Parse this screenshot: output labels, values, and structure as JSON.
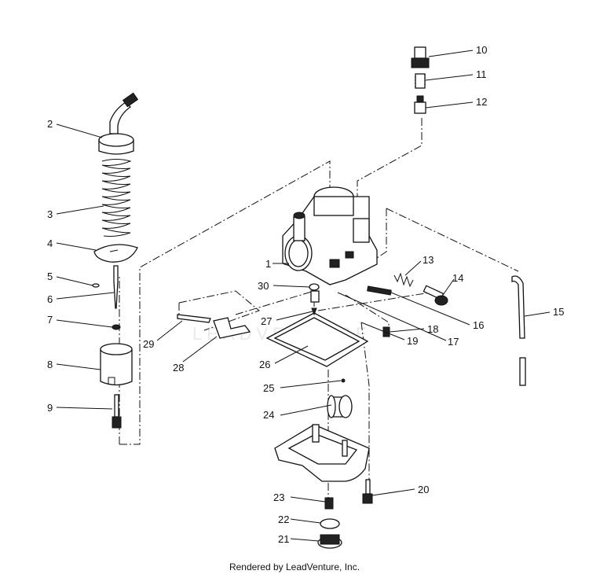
{
  "watermark": "LEADVENTURE",
  "footer": {
    "credit": "Rendered by LeadVenture, Inc."
  },
  "callouts": [
    {
      "id": "1",
      "label": "1"
    },
    {
      "id": "2",
      "label": "2"
    },
    {
      "id": "3",
      "label": "3"
    },
    {
      "id": "4",
      "label": "4"
    },
    {
      "id": "5",
      "label": "5"
    },
    {
      "id": "6",
      "label": "6"
    },
    {
      "id": "7",
      "label": "7"
    },
    {
      "id": "8",
      "label": "8"
    },
    {
      "id": "9",
      "label": "9"
    },
    {
      "id": "10",
      "label": "10"
    },
    {
      "id": "11",
      "label": "11"
    },
    {
      "id": "12",
      "label": "12"
    },
    {
      "id": "13",
      "label": "13"
    },
    {
      "id": "14",
      "label": "14"
    },
    {
      "id": "15",
      "label": "15"
    },
    {
      "id": "16",
      "label": "16"
    },
    {
      "id": "17",
      "label": "17"
    },
    {
      "id": "18",
      "label": "18"
    },
    {
      "id": "19",
      "label": "19"
    },
    {
      "id": "20",
      "label": "20"
    },
    {
      "id": "21",
      "label": "21"
    },
    {
      "id": "22",
      "label": "22"
    },
    {
      "id": "23",
      "label": "23"
    },
    {
      "id": "24",
      "label": "24"
    },
    {
      "id": "25",
      "label": "25"
    },
    {
      "id": "26",
      "label": "26"
    },
    {
      "id": "27",
      "label": "27"
    },
    {
      "id": "28",
      "label": "28"
    },
    {
      "id": "29",
      "label": "29"
    },
    {
      "id": "30",
      "label": "30"
    }
  ]
}
